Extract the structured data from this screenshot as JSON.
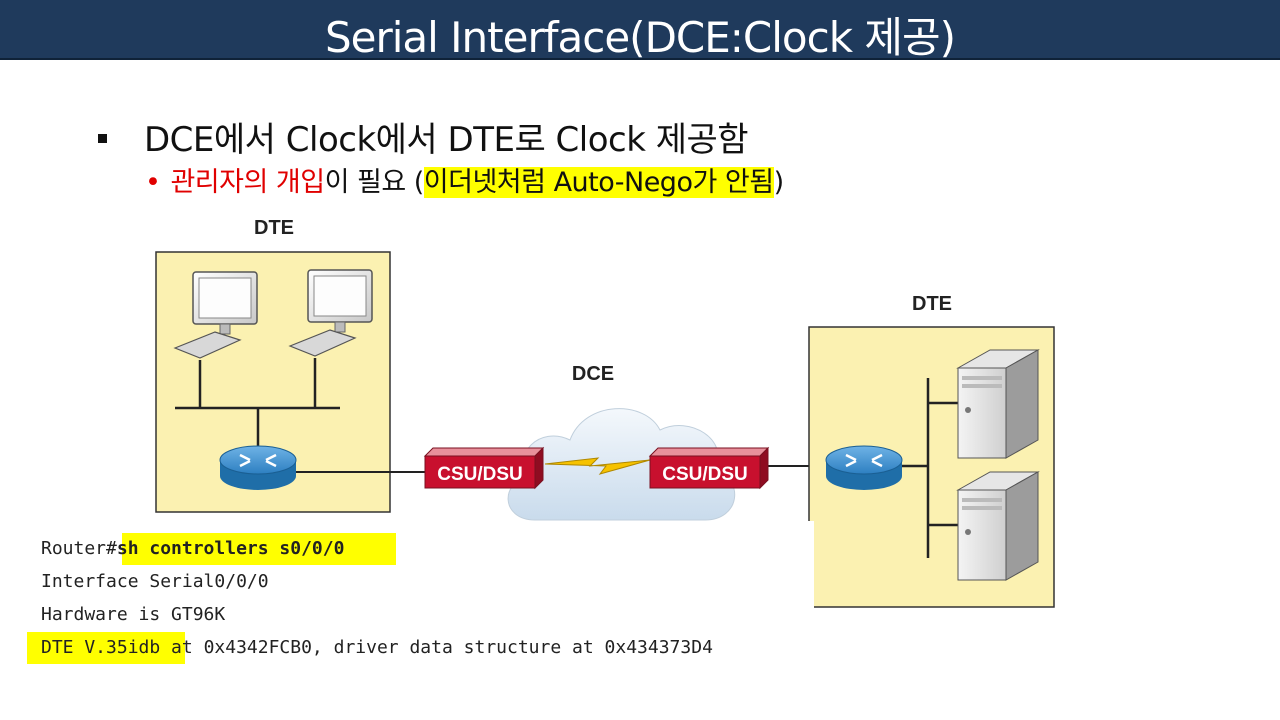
{
  "slide": {
    "title": "Serial Interface(DCE:Clock 제공)",
    "bullet": "DCE에서 Clock에서 DTE로 Clock 제공함",
    "sub_bullet": {
      "red_part": "관리자의 개입",
      "normal_part": "이 필요 (",
      "highlight_part": "이더넷처럼 Auto-Nego가 안됨",
      "close_paren": ")"
    }
  },
  "diagram": {
    "left_label": "DTE",
    "right_label": "DTE",
    "cloud_label": "DCE",
    "csu_left": "CSU/DSU",
    "csu_right": "CSU/DSU"
  },
  "code": {
    "line1_prompt": "Router#",
    "line1_cmd": "sh controllers s0/0/0",
    "line2": "Interface Serial0/0/0",
    "line3": "Hardware is GT96K",
    "line4_hl": "DTE V.35idb",
    "line4_rest": " at 0x4342FCB0, driver data structure at 0x434373D4"
  },
  "colors": {
    "title_bg": "#1f3a5c",
    "box_fill": "#fbf1b1",
    "highlight": "#ffff00",
    "accent_red": "#e00000",
    "csu_red": "#c8102e",
    "router_blue": "#2d7fc1"
  }
}
